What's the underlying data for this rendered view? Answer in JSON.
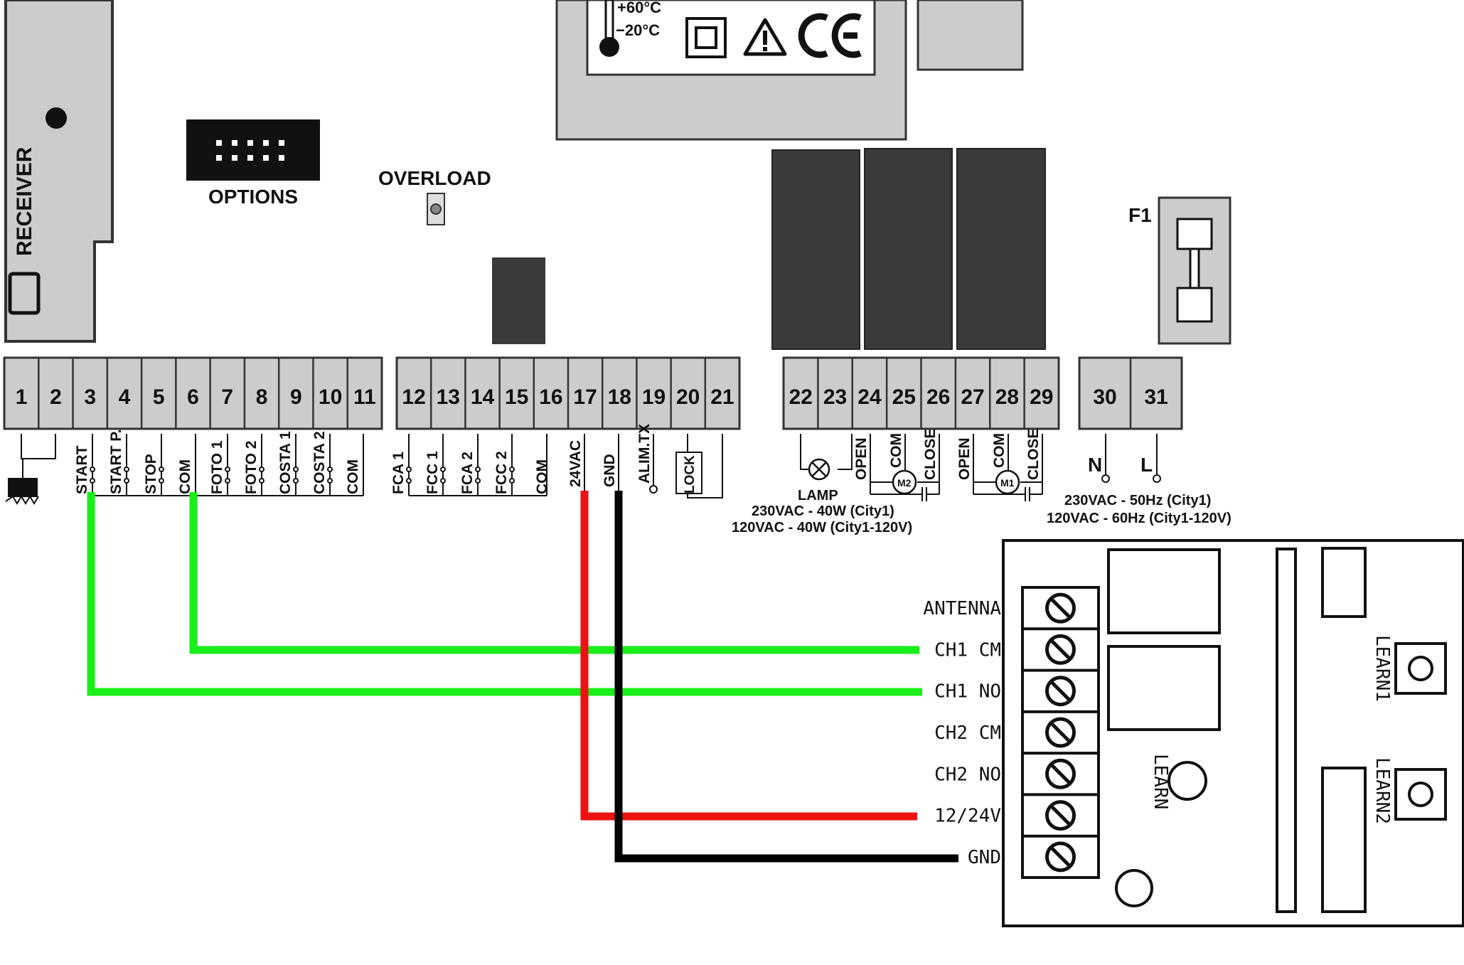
{
  "board": {
    "receiver_label": "RECEIVER",
    "options_label": "OPTIONS",
    "overload_label": "OVERLOAD",
    "fuse_label": "F1",
    "temp_high": "+60°C",
    "temp_low": "−20°C"
  },
  "terminals": {
    "block_a": [
      "1",
      "2",
      "3",
      "4",
      "5",
      "6",
      "7",
      "8",
      "9",
      "10",
      "11"
    ],
    "block_b": [
      "12",
      "13",
      "14",
      "15",
      "16",
      "17",
      "18",
      "19",
      "20",
      "21"
    ],
    "block_c": [
      "22",
      "23",
      "24",
      "25",
      "26",
      "27",
      "28",
      "29"
    ],
    "block_d": [
      "30",
      "31"
    ]
  },
  "inputs": {
    "start": "START",
    "start_p": "START P.",
    "stop": "STOP",
    "com1": "COM",
    "foto1": "FOTO 1",
    "foto2": "FOTO 2",
    "costa1": "COSTA 1",
    "costa2": "COSTA 2",
    "com2": "COM",
    "fca1": "FCA 1",
    "fcc1": "FCC 1",
    "fca2": "FCA 2",
    "fcc2": "FCC 2",
    "com3": "COM",
    "vac24": "24VAC",
    "gnd": "GND",
    "alim_tx": "ALIM.TX",
    "lock": "LOCK"
  },
  "outputs": {
    "open_m2": "OPEN",
    "com_m2": "COM",
    "close_m2": "CLOSE",
    "open_m1": "OPEN",
    "com_m1": "COM",
    "close_m1": "CLOSE",
    "m2": "M2",
    "m1": "M1",
    "lamp": "LAMP",
    "lamp_spec1": "230VAC - 40W (City1)",
    "lamp_spec2": "120VAC - 40W (City1-120V)",
    "n_label": "N",
    "l_label": "L",
    "power_spec1": "230VAC - 50Hz (City1)",
    "power_spec2": "120VAC - 60Hz (City1-120V)"
  },
  "module": {
    "pins": [
      "ANTENNA",
      "CH1 CM",
      "CH1 NO",
      "CH2 CM",
      "CH2 NO",
      "12/24V",
      "GND"
    ],
    "learn": "LEARN",
    "learn1": "LEARN1",
    "learn2": "LEARN2"
  },
  "colors": {
    "wire_green": "#19ee19",
    "wire_red": "#ee1111",
    "wire_black": "#000000",
    "terminal_fill": "#cccccc",
    "relay_fill": "#3a3a3a"
  }
}
